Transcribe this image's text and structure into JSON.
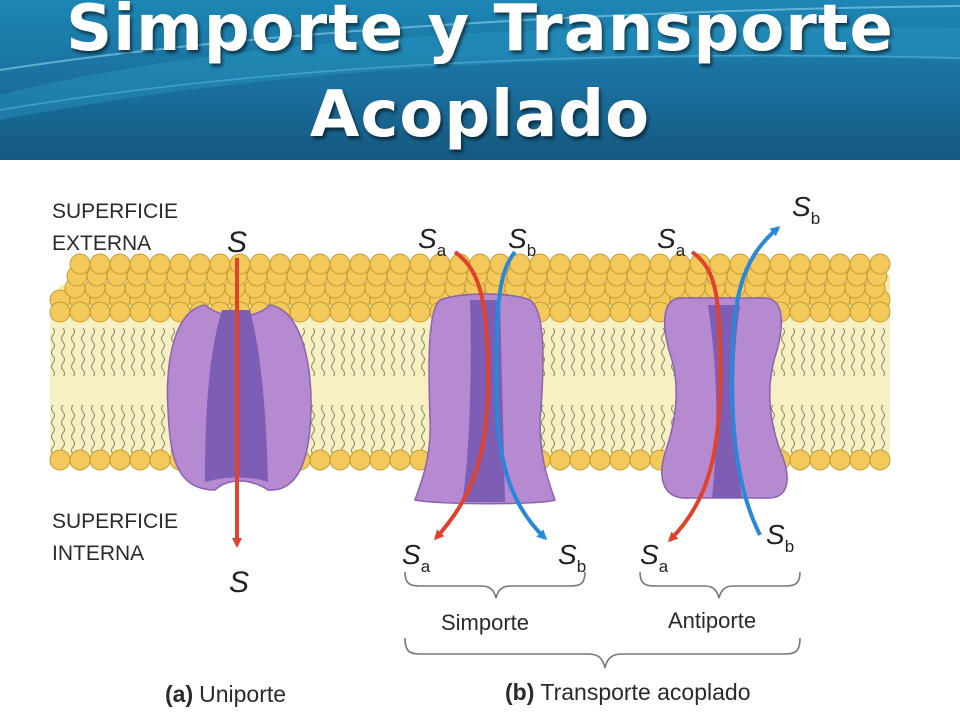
{
  "title": {
    "line1": "Simporte y Transporte",
    "line2": "Acoplado"
  },
  "labels": {
    "outer_surface": [
      "SUPERFICIE",
      "EXTERNA"
    ],
    "inner_surface": [
      "SUPERFICIE",
      "INTERNA"
    ]
  },
  "symbols": {
    "s": "S",
    "sub_a": "a",
    "sub_b": "b"
  },
  "groups": {
    "simporte": "Simporte",
    "antiporte": "Antiporte",
    "a_tag": "(a)",
    "a_label": "Uniporte",
    "b_tag": "(b)",
    "b_label": "Transporte acoplado"
  },
  "colors": {
    "header_blue": "#1a6f9e",
    "protein": "#b58ad1",
    "protein_channel": "#7e5db5",
    "lipid_head": "#f3c95b",
    "membrane_core": "#f7f0c2",
    "arrow_red": "#e0432b",
    "arrow_blue": "#2a88d8"
  }
}
